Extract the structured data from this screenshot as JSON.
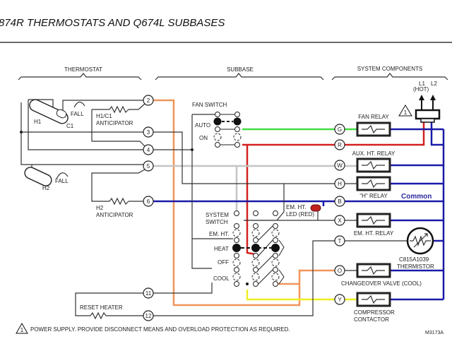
{
  "title": "874R THERMOSTATS AND Q674L SUBBASES",
  "sections": {
    "thermostat": "THERMOSTAT",
    "subbase": "SUBBASE",
    "system": "SYSTEM COMPONENTS"
  },
  "thermostat": {
    "h1": "H1",
    "c1": "C1",
    "h2": "H2",
    "fall1": "FALL",
    "fall2": "FALL",
    "anticipator1": [
      "H1/C1",
      "ANTICIPATOR"
    ],
    "anticipator2": [
      "H2",
      "ANTICIPATOR"
    ],
    "reset_heater": "RESET HEATER",
    "terminals": [
      "2",
      "3",
      "4",
      "5",
      "6",
      "11",
      "12"
    ]
  },
  "subbase": {
    "fan_switch": "FAN SWITCH",
    "auto": "AUTO",
    "on": "ON",
    "system_switch": [
      "SYSTEM",
      "SWITCH"
    ],
    "em_ht": "EM. HT.",
    "heat": "HEAT",
    "off": "OFF",
    "cool": "COOL",
    "led": [
      "EM. HT.",
      "LED (RED)"
    ],
    "terminals": [
      "G",
      "R",
      "W",
      "H",
      "B",
      "X",
      "T",
      "O",
      "Y"
    ]
  },
  "system": {
    "l1": "L1",
    "hot": "(HOT)",
    "l2": "L2",
    "warning_number": "1",
    "fan_relay": "FAN RELAY",
    "aux_relay": "AUX. HT. RELAY",
    "h_relay": "\"H\" RELAY",
    "common": "Common",
    "em_relay": "EM. HT. RELAY",
    "thermistor": [
      "C815A1039",
      "THERMISTOR"
    ],
    "changeover": "CHANGEOVER VALVE (COOL)",
    "compressor": [
      "COMPRESSOR",
      "CONTACTOR"
    ]
  },
  "footnote": {
    "number": "1",
    "text": "POWER SUPPLY. PROVIDE DISCONNECT MEANS AND OVERLOAD PROTECTION AS REQUIRED."
  },
  "drawing_code": "M3173A",
  "colors": {
    "orange": "#f0955a",
    "green": "#44dd44",
    "red": "#d32020",
    "gray": "#c4c4c4",
    "blue": "#1a1aa8",
    "yellow": "#eeee22",
    "common_text": "#2a2aa0"
  }
}
